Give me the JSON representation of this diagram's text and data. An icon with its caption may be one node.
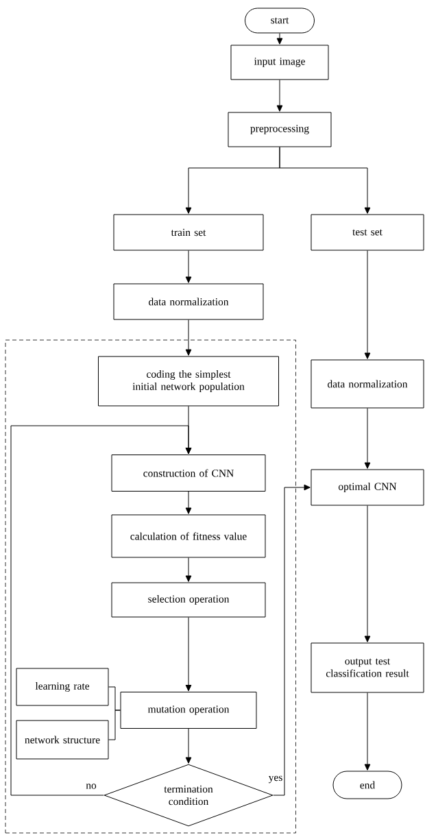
{
  "diagram": {
    "nodes": [
      {
        "text": [
          "start"
        ]
      },
      {
        "text": [
          "input image"
        ]
      },
      {
        "text": [
          "preprocessing"
        ]
      },
      {
        "text": [
          "train set"
        ]
      },
      {
        "text": [
          "test set"
        ]
      },
      {
        "text": [
          "data normalization"
        ]
      },
      {
        "text": [],
        "shape": "box"
      },
      {
        "text": [
          "coding the simplest initial network population"
        ],
        "in": 6
      },
      {
        "text": [
          "construction of CNN"
        ],
        "in": 6
      },
      {
        "text": [
          "calculation of fitness value"
        ],
        "in": 6
      },
      {
        "text": [
          "selection operation"
        ],
        "in": 6
      },
      {
        "text": [
          "learning rate"
        ],
        "in": 6
      },
      {
        "text": [
          "network structure"
        ],
        "in": 6
      },
      {
        "text": [
          "mutation operation"
        ],
        "in": 6
      },
      {
        "text": [
          "termination condition"
        ],
        "in": 6
      },
      {
        "text": [
          "data normalization"
        ]
      },
      {
        "text": [
          "optimal CNN"
        ]
      },
      {
        "text": [
          "output test classification result"
        ]
      },
      {
        "text": [
          "end"
        ]
      }
    ],
    "edges": [
      {
        "from": 0,
        "to": 1,
        "arrow": "to"
      },
      {
        "from": 1,
        "to": 2,
        "arrow": "to"
      },
      {
        "from": 2,
        "to": 3,
        "arrow": "to"
      },
      {
        "from": 2,
        "to": 4,
        "arrow": "to"
      },
      {
        "from": 3,
        "to": 5,
        "arrow": "to"
      },
      {
        "from": 5,
        "to": 7,
        "arrow": "to"
      },
      {
        "from": 7,
        "to": 8,
        "arrow": "to"
      },
      {
        "from": 8,
        "to": 9,
        "arrow": "to"
      },
      {
        "from": 9,
        "to": 10,
        "arrow": "to"
      },
      {
        "from": 10,
        "to": 13,
        "arrow": "to"
      },
      {
        "from": 11,
        "to": 13,
        "arrow": "none"
      },
      {
        "from": 12,
        "to": 13,
        "arrow": "none"
      },
      {
        "from": 13,
        "to": 14,
        "arrow": "to"
      },
      {
        "from": 14,
        "to": 8,
        "arrow": "to",
        "label": "no"
      },
      {
        "from": 14,
        "to": 16,
        "arrow": "to",
        "label": "yes"
      },
      {
        "from": 4,
        "to": 15,
        "arrow": "to"
      },
      {
        "from": 15,
        "to": 16,
        "arrow": "to"
      },
      {
        "from": 16,
        "to": 17,
        "arrow": "to"
      },
      {
        "from": 17,
        "to": 18,
        "arrow": "to"
      }
    ]
  }
}
